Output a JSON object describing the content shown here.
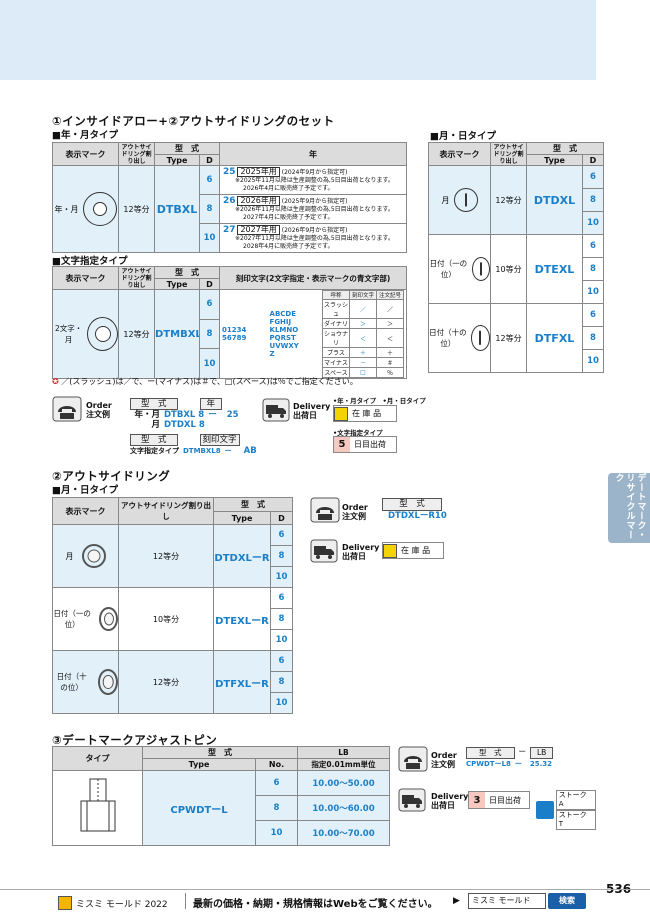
{
  "section1": {
    "title": "①インサイドアロー+②アウトサイドリングのセット",
    "ym": {
      "subtitle": "■年・月タイプ",
      "headers": {
        "mark": "表示マーク",
        "outside": "アウトサイドリング割り出し",
        "model": "型　式",
        "type": "Type",
        "d": "D",
        "year": "年"
      },
      "mark_label": "年・月",
      "division": "12等分",
      "type": "DTBXL",
      "d": [
        "6",
        "8",
        "10"
      ],
      "years": [
        {
          "yy": "25",
          "label": "2025年用",
          "note1": "(2024年9月から指定可)",
          "note2": "※2025年11月以降は生産調整の為,5日目出荷となります。",
          "note3": "2026年4月に販売終了予定です。"
        },
        {
          "yy": "26",
          "label": "2026年用",
          "note1": "(2025年9月から指定可)",
          "note2": "※2026年11月以降は生産調整の為,5日目出荷となります。",
          "note3": "2027年4月に販売終了予定です。"
        },
        {
          "yy": "27",
          "label": "2027年用",
          "note1": "(2026年9月から指定可)",
          "note2": "※2027年11月以降は生産調整の為,5日目出荷となります。",
          "note3": "2028年4月に販売終了予定です。"
        }
      ]
    },
    "md": {
      "subtitle": "■月・日タイプ",
      "headers": {
        "mark": "表示マーク",
        "outside": "アウトサイドリング割り出し",
        "model": "型　式",
        "type": "Type",
        "d": "D"
      },
      "rows": [
        {
          "mark": "月",
          "division": "12等分",
          "type": "DTDXL"
        },
        {
          "mark": "日付（一の位）",
          "division": "10等分",
          "type": "DTEXL"
        },
        {
          "mark": "日付（十の位）",
          "division": "12等分",
          "type": "DTFXL"
        }
      ],
      "d": [
        "6",
        "8",
        "10"
      ]
    },
    "char": {
      "subtitle": "■文字指定タイプ",
      "headers": {
        "mark": "表示マーク",
        "outside": "アウトサイドリング割り出し",
        "model": "型　式",
        "type": "Type",
        "d": "D",
        "engrave": "刻印文字(2文字指定・表示マークの青文字部)"
      },
      "mark_label": "2文字・月",
      "division": "12等分",
      "type": "DTMBXL",
      "d": [
        "6",
        "8",
        "10"
      ],
      "digits1": "01234",
      "digits2": "56789",
      "letters": [
        "ABCDE",
        "FGHIJ",
        "KLMNO",
        "PQRST",
        "UVWXY",
        "Z"
      ],
      "sym_headers": [
        "呼称",
        "刻印文字",
        "注文記号"
      ],
      "symbols": [
        [
          "スラッシュ",
          "／",
          "／"
        ],
        [
          "ダイナリ",
          "＞",
          "＞"
        ],
        [
          "ショウナリ",
          "＜",
          "＜"
        ],
        [
          "プラス",
          "＋",
          "＋"
        ],
        [
          "マイナス",
          "－",
          "＃"
        ],
        [
          "スペース",
          "□",
          "％"
        ]
      ],
      "note": "／(スラッシュ)は／で、ー(マイナス)は＃で、□(スペース)は％でご指定ください。"
    },
    "order": {
      "label": "Order",
      "sublabel": "注文例",
      "col_model": "型　式",
      "col_year": "年",
      "row1_label": "年・月",
      "row1_model": "DTBXL 8",
      "row1_dash": "ー",
      "row1_year": "25",
      "row2_label": "月",
      "row2_model": "DTDXL 8",
      "col_model2": "型　式",
      "col_engrave": "刻印文字",
      "row3_label": "文字指定タイプ",
      "row3_model": "DTMBXL8",
      "row3_dash": "ー",
      "row3_chars": "AB"
    },
    "delivery": {
      "label": "Delivery",
      "sublabel": "出荷日",
      "types1": "•年・月タイプ　•月・日タイプ",
      "stock": "在 庫 品",
      "types2": "•文字指定タイプ",
      "days": "5",
      "days_label": "日目出荷"
    }
  },
  "section2": {
    "title": "②アウトサイドリング",
    "subtitle": "■月・日タイプ",
    "headers": {
      "mark": "表示マーク",
      "outside": "アウトサイドリング割り出し",
      "model": "型　式",
      "type": "Type",
      "d": "D"
    },
    "rows": [
      {
        "mark": "月",
        "division": "12等分",
        "type": "DTDXLーR"
      },
      {
        "mark": "日付（一の位）",
        "division": "10等分",
        "type": "DTEXLーR"
      },
      {
        "mark": "日付（十の位）",
        "division": "12等分",
        "type": "DTFXLーR"
      }
    ],
    "d": [
      "6",
      "8",
      "10"
    ],
    "order": {
      "label": "Order",
      "sublabel": "注文例",
      "col_model": "型　式",
      "value": "DTDXLーR10"
    },
    "delivery": {
      "label": "Delivery",
      "sublabel": "出荷日",
      "stock": "在 庫 品"
    }
  },
  "section3": {
    "title": "③デートマークアジャストピン",
    "headers": {
      "type_col": "タイプ",
      "model": "型　式",
      "type": "Type",
      "no": "No.",
      "lb": "LB",
      "lb_unit": "指定0.01mm単位"
    },
    "type": "CPWDTーL",
    "rows": [
      {
        "no": "6",
        "range": "10.00〜50.00"
      },
      {
        "no": "8",
        "range": "10.00〜60.00"
      },
      {
        "no": "10",
        "range": "10.00〜70.00"
      }
    ],
    "order": {
      "label": "Order",
      "sublabel": "注文例",
      "col_model": "型　式",
      "col_lb": "LB",
      "value": "CPWDTーL8",
      "dash": "ー",
      "lb_value": "25.32"
    },
    "delivery": {
      "label": "Delivery",
      "sublabel": "出荷日",
      "days": "3",
      "days_label": "日目出荷",
      "stroke_a": "ストーク A",
      "stroke_t": "ストーク T"
    }
  },
  "side_tab": "デートマーク・リサイクルマーク",
  "footer": {
    "brand": "ミスミ モールド 2022",
    "message": "最新の価格・納期・規格情報はWebをご覧ください。",
    "search_value": "ミスミ モールド",
    "search_button": "検索",
    "page": "536"
  }
}
